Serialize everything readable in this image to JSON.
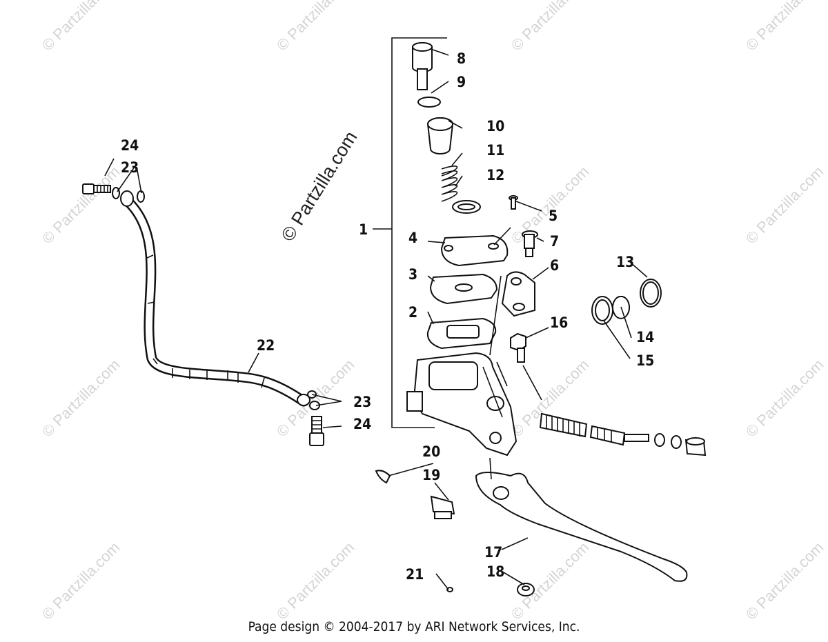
{
  "watermark": {
    "main": "© Partzilla.com",
    "repeat": "© Partzilla.com"
  },
  "callouts": [
    "1",
    "2",
    "3",
    "4",
    "5",
    "6",
    "7",
    "8",
    "9",
    "10",
    "11",
    "12",
    "13",
    "14",
    "15",
    "16",
    "17",
    "18",
    "19",
    "20",
    "21",
    "22",
    "23",
    "23",
    "24",
    "24"
  ],
  "footer": "Page design © 2004-2017 by ARI Network Services, Inc."
}
